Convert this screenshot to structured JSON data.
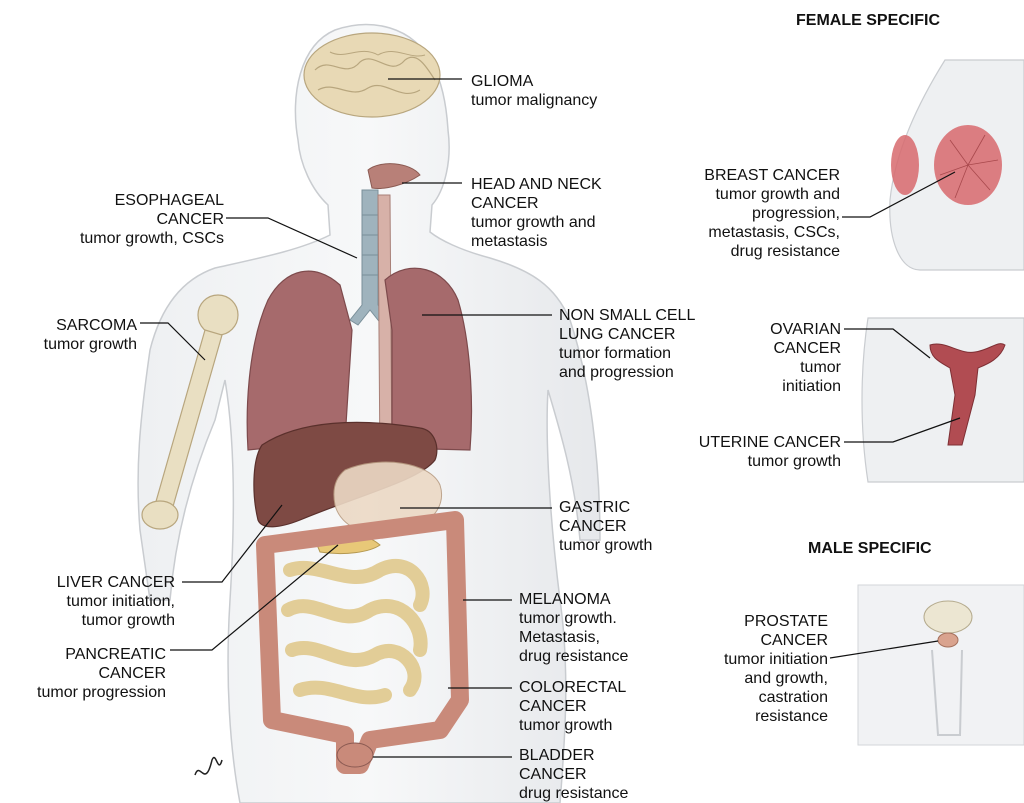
{
  "headings": {
    "female": "FEMALE SPECIFIC",
    "male": "MALE SPECIFIC"
  },
  "labels": {
    "glioma": {
      "name": "GLIOMA",
      "desc": [
        "tumor malignancy"
      ]
    },
    "head_neck": {
      "name": [
        "HEAD AND NECK",
        "CANCER"
      ],
      "desc": [
        "tumor growth and",
        "metastasis"
      ]
    },
    "esophageal": {
      "name": [
        "ESOPHAGEAL",
        "CANCER"
      ],
      "desc": [
        "tumor growth, CSCs"
      ]
    },
    "sarcoma": {
      "name": "SARCOMA",
      "desc": [
        "tumor growth"
      ]
    },
    "nsclc": {
      "name": [
        "NON SMALL CELL",
        "LUNG CANCER"
      ],
      "desc": [
        "tumor formation",
        "and progression"
      ]
    },
    "gastric": {
      "name": [
        "GASTRIC",
        "CANCER"
      ],
      "desc": [
        "tumor growth"
      ]
    },
    "liver": {
      "name": "LIVER CANCER",
      "desc": [
        "tumor initiation,",
        "tumor growth"
      ]
    },
    "pancreatic": {
      "name": [
        "PANCREATIC",
        "CANCER"
      ],
      "desc": [
        "tumor progression"
      ]
    },
    "melanoma": {
      "name": "MELANOMA",
      "desc": [
        "tumor growth.",
        "Metastasis,",
        "drug resistance"
      ]
    },
    "colorectal": {
      "name": [
        "COLORECTAL",
        "CANCER"
      ],
      "desc": [
        "tumor growth"
      ]
    },
    "bladder": {
      "name": [
        "BLADDER",
        "CANCER"
      ],
      "desc": [
        "drug resistance"
      ]
    },
    "breast": {
      "name": "BREAST CANCER",
      "desc": [
        "tumor growth and",
        "progression,",
        "metastasis, CSCs,",
        "drug resistance"
      ]
    },
    "ovarian": {
      "name": [
        "OVARIAN",
        "CANCER"
      ],
      "desc": [
        "tumor",
        "initiation"
      ]
    },
    "uterine": {
      "name": "UTERINE CANCER",
      "desc": [
        "tumor growth"
      ]
    },
    "prostate": {
      "name": [
        "PROSTATE",
        "CANCER"
      ],
      "desc": [
        "tumor initiation",
        "and growth,",
        "castration",
        "resistance"
      ]
    }
  },
  "colors": {
    "lung": "#a66a6c",
    "liver": "#7e4a44",
    "brain": "#e8d9b5",
    "intestine": "#e2cd97",
    "colon": "#c98a7a",
    "trachea": "#9fb3bd",
    "body_outline": "#c9ccd0",
    "breast": "#d86a6e",
    "uterus": "#b14c52"
  }
}
